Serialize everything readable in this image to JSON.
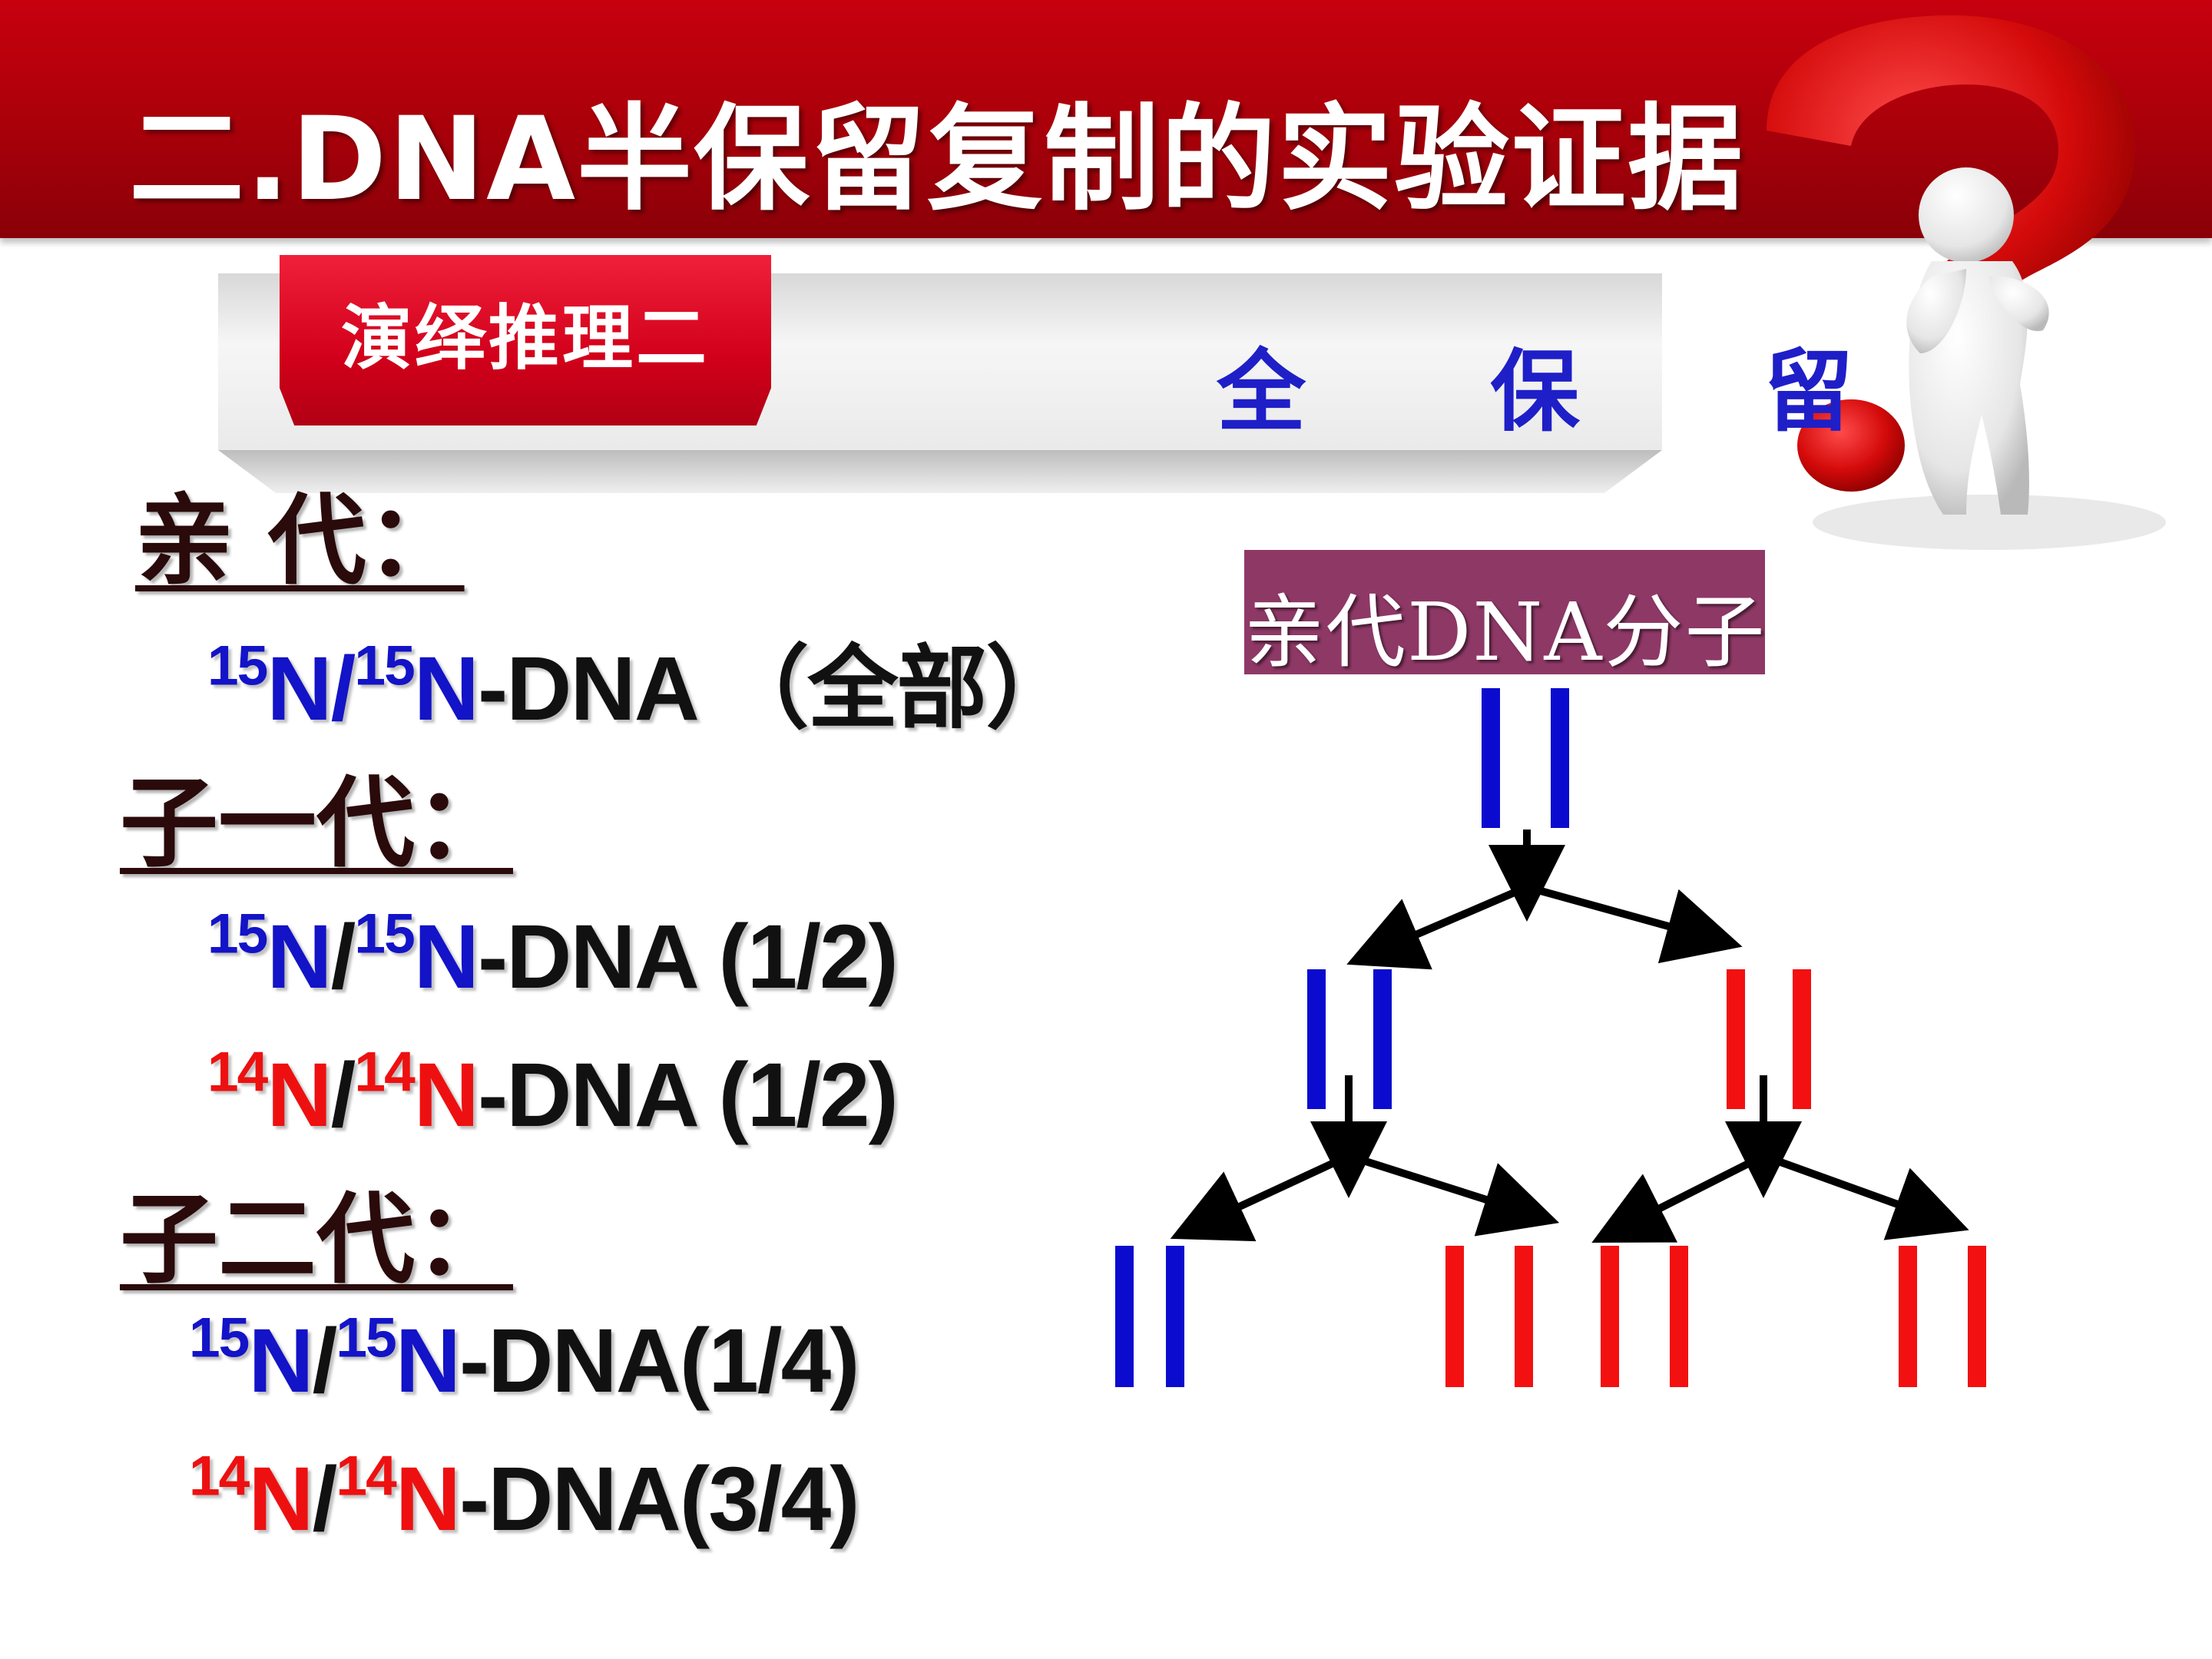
{
  "slide": {
    "title": "二.DNA半保留复制的实验证据"
  },
  "banner": {
    "tag": "演绎推理二",
    "label": "全 保 留"
  },
  "left": {
    "parent_heading": "亲 代：",
    "child1_heading": "子一代：",
    "child2_heading": "子二代：",
    "lines": [
      {
        "a": "15",
        "b": "N",
        "c": "/",
        "d": "15",
        "e": "N",
        "tail": "-DNA （全部）"
      },
      {
        "a": "15",
        "b": "N",
        "c": "/",
        "d": "15",
        "e": "N",
        "tail": "-DNA (1/2)"
      },
      {
        "a": "14",
        "b": "N",
        "c": "/",
        "d": "14",
        "e": "N",
        "tail": "-DNA (1/2)"
      },
      {
        "a": "15",
        "b": "N",
        "c": "/",
        "d": "15",
        "e": "N",
        "tail": "-DNA(1/4)"
      },
      {
        "a": "14",
        "b": "N",
        "c": "/",
        "d": "14",
        "e": "N",
        "tail": "-DNA(3/4)"
      }
    ]
  },
  "diagram": {
    "parent_label": "亲代DNA分子",
    "colors": {
      "n15_strand": "#0b0bd0",
      "n14_strand": "#f21010",
      "arrow": "#000000",
      "label_bg": "#8e3866"
    },
    "generations": [
      {
        "name": "parent",
        "molecules": [
          [
            "n15",
            "n15"
          ]
        ]
      },
      {
        "name": "gen1",
        "molecules": [
          [
            "n15",
            "n15"
          ],
          [
            "n14",
            "n14"
          ]
        ]
      },
      {
        "name": "gen2",
        "molecules": [
          [
            "n15",
            "n15"
          ],
          [
            "n14",
            "n14"
          ],
          [
            "n14",
            "n14"
          ],
          [
            "n14",
            "n14"
          ]
        ]
      }
    ]
  }
}
